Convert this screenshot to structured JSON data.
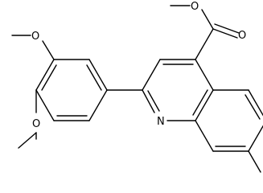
{
  "molecule": {
    "atoms": {
      "ring_nitrogen": "N",
      "ester_carbonyl_oxygen": "O",
      "ester_ether_oxygen": "O",
      "methoxy_oxygen_para": "O",
      "methoxy_oxygen_meta": "O"
    }
  },
  "colors": {
    "bond": "#000000",
    "text": "#000000",
    "background": "#ffffff"
  }
}
